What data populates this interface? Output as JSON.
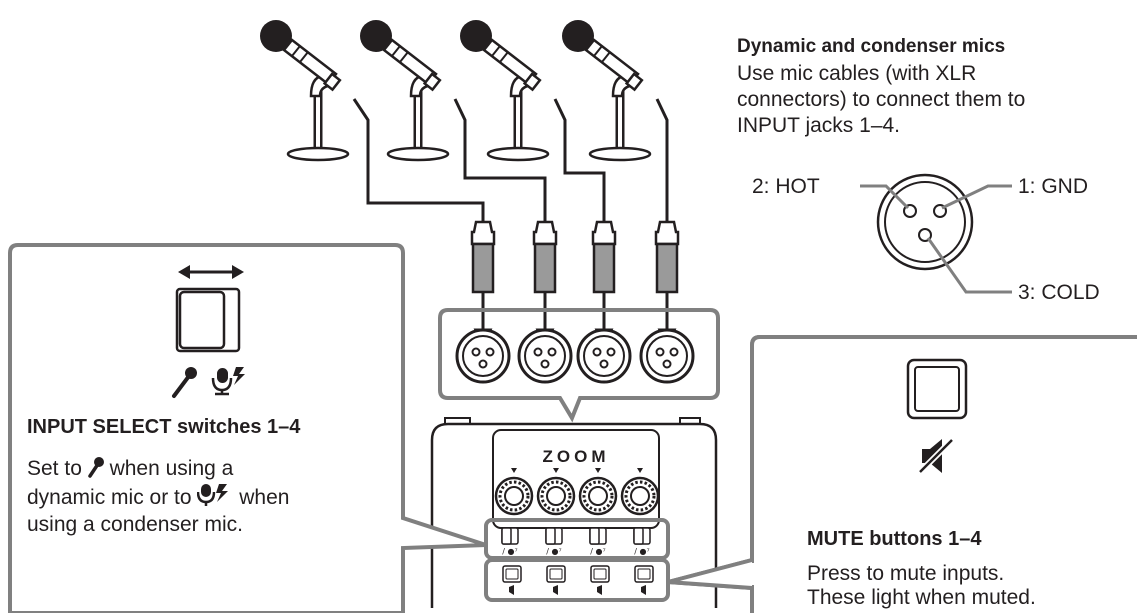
{
  "mics": {
    "title": "Dynamic and condenser mics",
    "body": [
      "Use mic cables (with XLR",
      "connectors) to connect them to",
      "INPUT jacks 1–4."
    ]
  },
  "xlr_pins": {
    "pin2": "2: HOT",
    "pin1": "1: GND",
    "pin3": "3: COLD"
  },
  "input_select": {
    "title": "INPUT SELECT switches 1–4",
    "line1_before": "Set to",
    "line1_after": "when using a",
    "line2_before": "dynamic mic or to",
    "line2_after": "when",
    "line3": "using a condenser mic."
  },
  "mute": {
    "title": "MUTE buttons 1–4",
    "body": [
      "Press to mute inputs.",
      "These light when muted."
    ]
  },
  "device": {
    "logo": "ZOOM"
  },
  "icons": {
    "dynamic_mic": "mic-icon",
    "condenser_mic": "condenser-mic-icon",
    "mute": "speaker-mute-icon",
    "slide": "double-arrow-icon"
  }
}
